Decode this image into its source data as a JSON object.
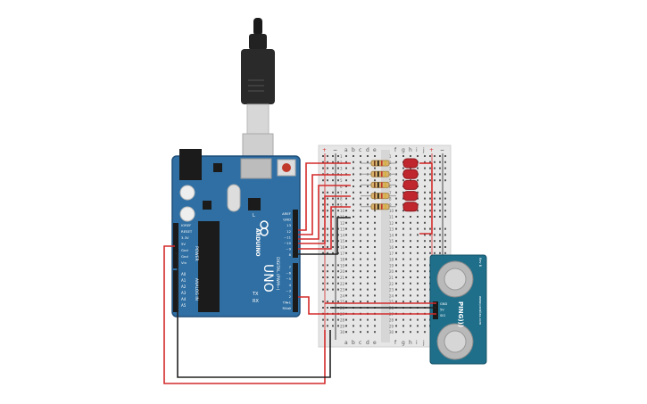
{
  "arduino": {
    "brand": "ARDUINO",
    "model": "UNO",
    "power_header": "POWER",
    "analog_header": "ANALOG IN",
    "digital_header": "DIGITAL (PWM~)",
    "rx_label": "RX",
    "tx_label": "TX",
    "l_label": "L",
    "power_pins": [
      "IOREF",
      "RESET",
      "3.3V",
      "5V",
      "Gnd",
      "Gnd",
      "Vin"
    ],
    "analog_pins": [
      "A0",
      "A1",
      "A2",
      "A3",
      "A4",
      "A5"
    ],
    "digital_pins_top": [
      "AREF",
      "GND",
      "13",
      "12",
      "~11",
      "~10",
      "~9",
      "8"
    ],
    "digital_pins_bottom": [
      "7",
      "~6",
      "~5",
      "4",
      "~3",
      "2",
      "TX▸1",
      "RX◂0"
    ]
  },
  "breadboard": {
    "left_cols": [
      "a",
      "b",
      "c",
      "d",
      "e"
    ],
    "right_cols": [
      "f",
      "g",
      "h",
      "i",
      "j"
    ],
    "rail_plus": "+",
    "rail_minus": "−",
    "row_numbers": [
      "1",
      "2",
      "3",
      "4",
      "5",
      "6",
      "7",
      "8",
      "9",
      "10",
      "11",
      "12",
      "13",
      "14",
      "15",
      "16",
      "17",
      "18",
      "19",
      "20",
      "21",
      "22",
      "23",
      "24",
      "25",
      "26",
      "27",
      "28",
      "29",
      "30"
    ]
  },
  "sensor": {
    "title": "PING)))",
    "pin_labels": [
      "GND",
      "5V",
      "SIG"
    ],
    "brand_text": "www.parallax.com",
    "rev": "Rev B"
  },
  "colors": {
    "arduino_board": "#2f6fa3",
    "breadboard": "#e6e6e6",
    "sensor_board": "#1f6f8b",
    "wire_red": "#d42a2a",
    "wire_black": "#222222",
    "led_red": "#c0262d"
  }
}
